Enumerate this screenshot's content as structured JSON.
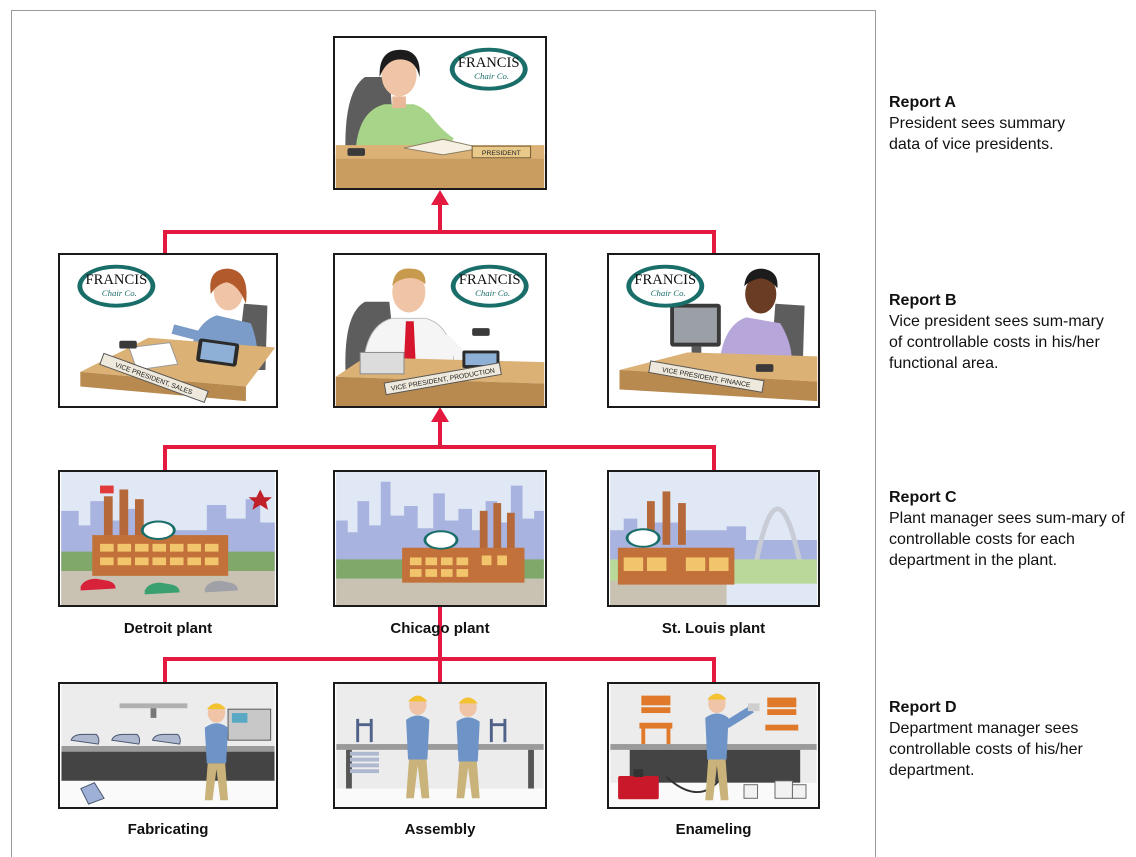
{
  "logo": {
    "line1": "FRANCIS",
    "line2": "Chair Co."
  },
  "nameplates": {
    "president": "PRESIDENT",
    "vp_sales": "VICE PRESIDENT, SALES",
    "vp_production": "VICE PRESIDENT, PRODUCTION",
    "vp_finance": "VICE PRESIDENT, FINANCE"
  },
  "plants": {
    "detroit": "Detroit plant",
    "chicago": "Chicago plant",
    "stlouis": "St. Louis plant"
  },
  "departments": {
    "fabricating": "Fabricating",
    "assembly": "Assembly",
    "enameling": "Enameling"
  },
  "reports": [
    {
      "title": "Report A",
      "body": "President sees summary data of vice presidents."
    },
    {
      "title": "Report B",
      "body": "Vice president sees sum-mary of controllable costs in his/her functional area."
    },
    {
      "title": "Report C",
      "body": "Plant manager sees sum-mary of controllable costs for each department in the plant."
    },
    {
      "title": "Report D",
      "body": "Department manager sees controllable costs of his/her department."
    }
  ],
  "colors": {
    "connector": "#e4193f",
    "sky": "#d8e4f3",
    "skyline": "#a9b3df",
    "factory": "#c2713a",
    "desk": "#d6a968"
  }
}
